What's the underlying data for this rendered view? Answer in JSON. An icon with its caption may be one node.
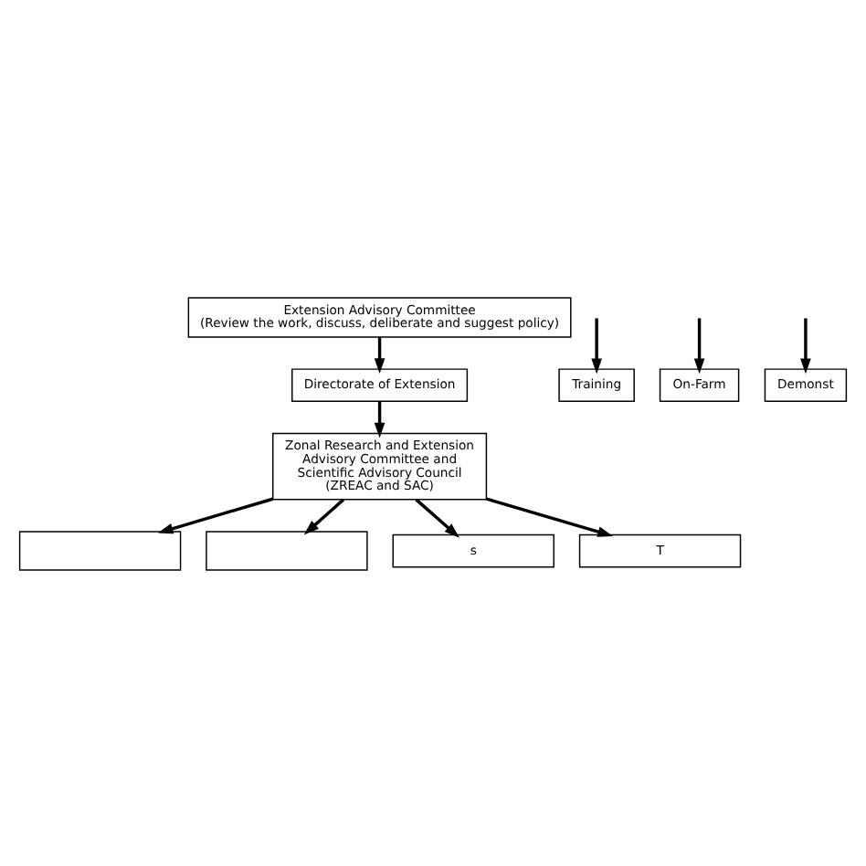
{
  "diagram": {
    "nodes": [
      {
        "text": [
          "Extension Advisory Committee",
          "(Review the work, discuss, deliberate and suggest policy)"
        ]
      },
      {
        "text": [
          "Directorate of Extension"
        ]
      },
      {
        "text": [
          "Zonal Research and Extension Advisory Committee and Scientific Advisory Council (ZREAC and SAC)"
        ]
      },
      {
        "text": [],
        "shape": "box"
      },
      {
        "text": [],
        "shape": "box"
      },
      {
        "text": [
          "s"
        ]
      },
      {
        "text": [
          "T"
        ]
      },
      {
        "text": [
          "Training"
        ]
      },
      {
        "text": [
          "On-Farm"
        ]
      },
      {
        "text": [
          "Demonst"
        ]
      }
    ],
    "edges": [
      {
        "from": 0,
        "to": 1,
        "arrow": "to"
      },
      {
        "from": 1,
        "to": 2,
        "arrow": "to"
      },
      {
        "from": 2,
        "to": 3,
        "arrow": "to"
      },
      {
        "from": 2,
        "to": 4,
        "arrow": "to"
      },
      {
        "from": 2,
        "to": 5,
        "arrow": "to"
      },
      {
        "from": 2,
        "to": 6,
        "arrow": "to"
      },
      {
        "from": null,
        "to": 7,
        "arrow": "to"
      },
      {
        "from": null,
        "to": 8,
        "arrow": "to"
      },
      {
        "from": null,
        "to": 9,
        "arrow": "to"
      }
    ]
  }
}
